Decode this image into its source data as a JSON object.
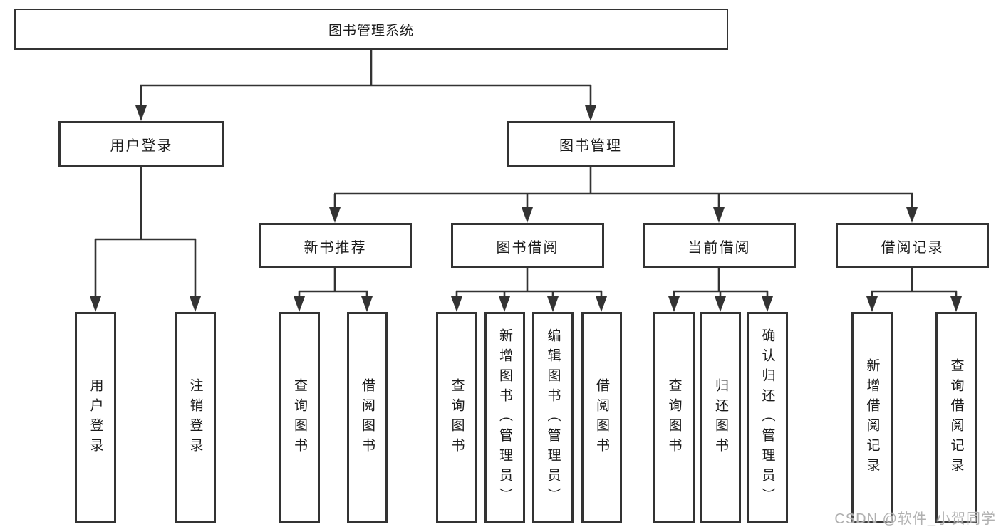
{
  "diagram": {
    "title_node": "图书管理系统",
    "root": {
      "label": "图书管理系统"
    },
    "branches": [
      {
        "label": "用户登录",
        "children": [
          "用户登录",
          "注销登录"
        ]
      },
      {
        "label": "图书管理",
        "groups": [
          {
            "label": "新书推荐",
            "children": [
              "查询图书",
              "借阅图书"
            ]
          },
          {
            "label": "图书借阅",
            "children": [
              "查询图书",
              "新增图书（管理员）",
              "编辑图书（管理员）",
              "借阅图书"
            ]
          },
          {
            "label": "当前借阅",
            "children": [
              "查询图书",
              "归还图书",
              "确认归还（管理员）"
            ]
          },
          {
            "label": "借阅记录",
            "children": [
              "新增借阅记录",
              "查询借阅记录"
            ]
          }
        ]
      }
    ]
  },
  "watermark": {
    "text": "CSDN @软件_小贺同学"
  },
  "colors": {
    "line": "#333333",
    "border": "#333333",
    "fill": "#ffffff",
    "text": "#1b1b1b",
    "watermark": "#b0b0b0",
    "background": "#ffffff"
  }
}
